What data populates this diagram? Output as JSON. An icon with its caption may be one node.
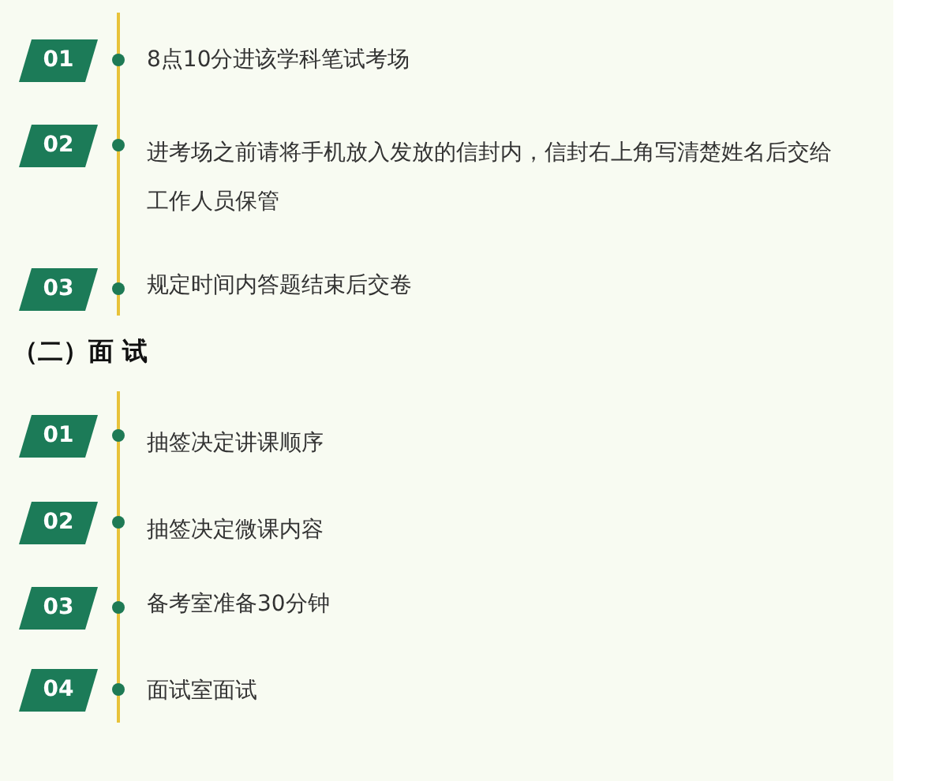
{
  "diagram": {
    "nodes": [
      {
        "text": [
          "01"
        ],
        "beside": [
          "8点10分进该学科笔试考场"
        ]
      },
      {
        "text": [
          "02"
        ],
        "beside": [
          "进考场之前请将手机放入发放的信封内，信封右上角写清楚姓名后交给工作人员保管"
        ]
      },
      {
        "text": [
          "03"
        ],
        "beside": [
          "规定时间内答题结束后交卷"
        ]
      },
      {
        "text": [
          "01"
        ],
        "beside": [
          "抽签决定讲课顺序"
        ]
      },
      {
        "text": [
          "02"
        ],
        "beside": [
          "抽签决定微课内容"
        ]
      },
      {
        "text": [
          "03"
        ],
        "beside": [
          "备考室准备30分钟"
        ]
      },
      {
        "text": [
          "04"
        ],
        "beside": [
          "面试室面试"
        ]
      }
    ],
    "labels": [
      "（二）面 试"
    ]
  }
}
